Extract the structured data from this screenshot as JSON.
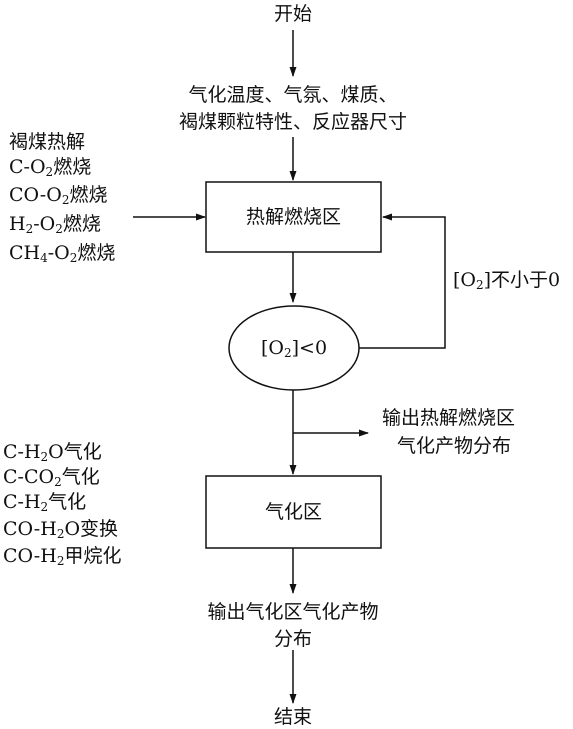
{
  "start": "开始",
  "end": "结束",
  "conditions": {
    "line1": "气化温度、气氛、煤质、",
    "line2": "褐煤颗粒特性、反应器尺寸"
  },
  "pyrolysis_reactions": {
    "r1": "褐煤热解",
    "r2": {
      "a": "C-O",
      "sub": "2",
      "b": "燃烧"
    },
    "r3": {
      "a": "CO-O",
      "sub": "2",
      "b": "燃烧"
    },
    "r4": {
      "a": "H",
      "sub1": "2",
      "b": "-O",
      "sub2": "2",
      "c": "燃烧"
    },
    "r5": {
      "a": "CH",
      "sub1": "4",
      "b": "-O",
      "sub2": "2",
      "c": "燃烧"
    }
  },
  "pyrolysis_zone": "热解燃烧区",
  "decision": {
    "open": "[O",
    "sub": "2",
    "close": "]<0"
  },
  "loop_label": {
    "open": "[O",
    "sub": "2",
    "close": "]不小于0"
  },
  "output1": {
    "line1": "输出热解燃烧区",
    "line2": "气化产物分布"
  },
  "gasification_reactions": {
    "r1": {
      "a": "C-H",
      "sub": "2",
      "b": "O气化"
    },
    "r2": {
      "a": "C-CO",
      "sub": "2",
      "b": "气化"
    },
    "r3": {
      "a": "C-H",
      "sub": "2",
      "b": "气化"
    },
    "r4": {
      "a": "CO-H",
      "sub": "2",
      "b": "O变换"
    },
    "r5": {
      "a": "CO-H",
      "sub": "2",
      "b": "甲烷化"
    }
  },
  "gasification_zone": "气化区",
  "output2": {
    "line1": "输出气化区气化产物",
    "line2": "分布"
  }
}
